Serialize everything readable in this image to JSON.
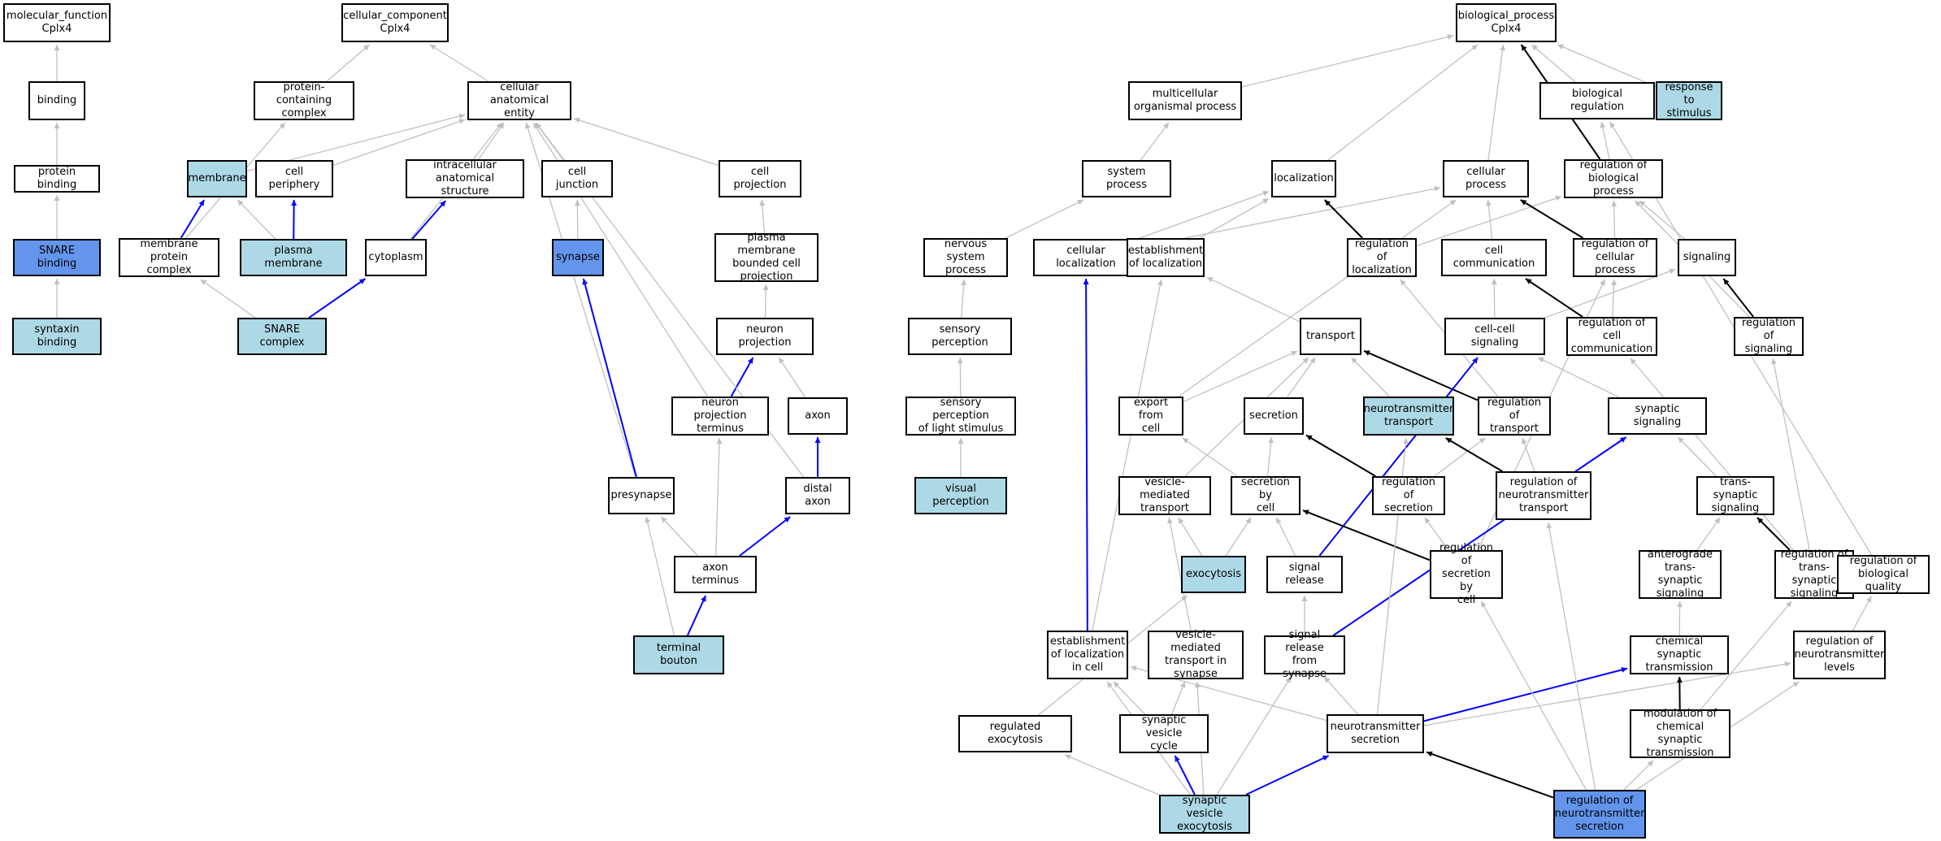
{
  "colors": {
    "plain": "#ffffff",
    "annotated": "#add8e6",
    "query": "#6495ed",
    "edge_gray": "#c0c0c0",
    "edge_blue": "#0000ff",
    "edge_black": "#000000",
    "border": "#000000"
  },
  "nodes": [
    {
      "id": "mf",
      "label": "molecular_function\nCplx4",
      "style": "plain"
    },
    {
      "id": "binding",
      "label": "binding",
      "style": "plain"
    },
    {
      "id": "protbind",
      "label": "protein binding",
      "style": "plain"
    },
    {
      "id": "snarebind",
      "label": "SNARE binding",
      "style": "query"
    },
    {
      "id": "syntaxin",
      "label": "syntaxin binding",
      "style": "annotated"
    },
    {
      "id": "cc",
      "label": "cellular_component\nCplx4",
      "style": "plain"
    },
    {
      "id": "protcomplex",
      "label": "protein-containing\ncomplex",
      "style": "plain"
    },
    {
      "id": "cae",
      "label": "cellular anatomical\nentity",
      "style": "plain"
    },
    {
      "id": "membrane",
      "label": "membrane",
      "style": "annotated"
    },
    {
      "id": "cellperiph",
      "label": "cell periphery",
      "style": "plain"
    },
    {
      "id": "intracell",
      "label": "intracellular\nanatomical structure",
      "style": "plain"
    },
    {
      "id": "celljunc",
      "label": "cell junction",
      "style": "plain"
    },
    {
      "id": "cellproj",
      "label": "cell projection",
      "style": "plain"
    },
    {
      "id": "memprot",
      "label": "membrane protein\ncomplex",
      "style": "plain"
    },
    {
      "id": "plasmamem",
      "label": "plasma membrane",
      "style": "annotated"
    },
    {
      "id": "cytoplasm",
      "label": "cytoplasm",
      "style": "plain"
    },
    {
      "id": "synapse",
      "label": "synapse",
      "style": "query"
    },
    {
      "id": "pmbcp",
      "label": "plasma membrane\nbounded cell\nprojection",
      "style": "plain"
    },
    {
      "id": "snarecomplex",
      "label": "SNARE complex",
      "style": "annotated"
    },
    {
      "id": "neuronproj",
      "label": "neuron projection",
      "style": "plain"
    },
    {
      "id": "npterm",
      "label": "neuron projection\nterminus",
      "style": "plain"
    },
    {
      "id": "axon",
      "label": "axon",
      "style": "plain"
    },
    {
      "id": "presynapse",
      "label": "presynapse",
      "style": "plain"
    },
    {
      "id": "distalaxon",
      "label": "distal axon",
      "style": "plain"
    },
    {
      "id": "axonterm",
      "label": "axon terminus",
      "style": "plain"
    },
    {
      "id": "termbouton",
      "label": "terminal bouton",
      "style": "annotated"
    },
    {
      "id": "bp",
      "label": "biological_process\nCplx4",
      "style": "plain"
    },
    {
      "id": "multicell",
      "label": "multicellular\norganismal process",
      "style": "plain"
    },
    {
      "id": "bioreg",
      "label": "biological regulation",
      "style": "plain"
    },
    {
      "id": "respstim",
      "label": "response to\nstimulus",
      "style": "annotated"
    },
    {
      "id": "sysproc",
      "label": "system process",
      "style": "plain"
    },
    {
      "id": "localization",
      "label": "localization",
      "style": "plain"
    },
    {
      "id": "cellproc",
      "label": "cellular process",
      "style": "plain"
    },
    {
      "id": "regbioproc",
      "label": "regulation of\nbiological process",
      "style": "plain"
    },
    {
      "id": "nervsys",
      "label": "nervous system\nprocess",
      "style": "plain"
    },
    {
      "id": "cellloc",
      "label": "cellular localization",
      "style": "plain"
    },
    {
      "id": "estloc",
      "label": "establishment\nof localization",
      "style": "plain"
    },
    {
      "id": "regloc",
      "label": "regulation of\nlocalization",
      "style": "plain"
    },
    {
      "id": "cellcomm",
      "label": "cell communication",
      "style": "plain"
    },
    {
      "id": "regcellproc",
      "label": "regulation of\ncellular process",
      "style": "plain"
    },
    {
      "id": "signaling",
      "label": "signaling",
      "style": "plain"
    },
    {
      "id": "sensperc",
      "label": "sensory perception",
      "style": "plain"
    },
    {
      "id": "transport",
      "label": "transport",
      "style": "plain"
    },
    {
      "id": "cellcellsig",
      "label": "cell-cell signaling",
      "style": "plain"
    },
    {
      "id": "regcellcomm",
      "label": "regulation of\ncell communication",
      "style": "plain"
    },
    {
      "id": "regsignaling",
      "label": "regulation of\nsignaling",
      "style": "plain"
    },
    {
      "id": "senspercl",
      "label": "sensory perception\nof light stimulus",
      "style": "plain"
    },
    {
      "id": "exportcell",
      "label": "export from\ncell",
      "style": "plain"
    },
    {
      "id": "secretion",
      "label": "secretion",
      "style": "plain"
    },
    {
      "id": "ntransport",
      "label": "neurotransmitter\ntransport",
      "style": "annotated"
    },
    {
      "id": "regtransport",
      "label": "regulation of\ntransport",
      "style": "plain"
    },
    {
      "id": "synsig",
      "label": "synaptic signaling",
      "style": "plain"
    },
    {
      "id": "visperc",
      "label": "visual perception",
      "style": "annotated"
    },
    {
      "id": "vesmedtrans",
      "label": "vesicle-mediated\ntransport",
      "style": "plain"
    },
    {
      "id": "secbycell",
      "label": "secretion by\ncell",
      "style": "plain"
    },
    {
      "id": "regsecretion",
      "label": "regulation of\nsecretion",
      "style": "plain"
    },
    {
      "id": "regnttrans",
      "label": "regulation of\nneurotransmitter\ntransport",
      "style": "plain"
    },
    {
      "id": "transsyn",
      "label": "trans-synaptic\nsignaling",
      "style": "plain"
    },
    {
      "id": "exocytosis",
      "label": "exocytosis",
      "style": "annotated"
    },
    {
      "id": "sigrelease",
      "label": "signal release",
      "style": "plain"
    },
    {
      "id": "regsecbycell",
      "label": "regulation of\nsecretion by\ncell",
      "style": "plain"
    },
    {
      "id": "antero",
      "label": "anterograde\ntrans-synaptic\nsignaling",
      "style": "plain"
    },
    {
      "id": "regtranssyn",
      "label": "regulation of\ntrans-synaptic\nsignaling",
      "style": "plain"
    },
    {
      "id": "regbioqual",
      "label": "regulation of\nbiological quality",
      "style": "plain"
    },
    {
      "id": "estlocincell",
      "label": "establishment\nof localization\nin cell",
      "style": "plain"
    },
    {
      "id": "vesmedsyn",
      "label": "vesicle-mediated\ntransport in\nsynapse",
      "style": "plain"
    },
    {
      "id": "sigrelsyn",
      "label": "signal release\nfrom synapse",
      "style": "plain"
    },
    {
      "id": "chemsyn",
      "label": "chemical synaptic\ntransmission",
      "style": "plain"
    },
    {
      "id": "regntlevels",
      "label": "regulation of\nneurotransmitter\nlevels",
      "style": "plain"
    },
    {
      "id": "regexo",
      "label": "regulated exocytosis",
      "style": "plain"
    },
    {
      "id": "synvescycle",
      "label": "synaptic vesicle\ncycle",
      "style": "plain"
    },
    {
      "id": "ntsecretion",
      "label": "neurotransmitter\nsecretion",
      "style": "plain"
    },
    {
      "id": "modchemsyn",
      "label": "modulation of\nchemical synaptic\ntransmission",
      "style": "plain"
    },
    {
      "id": "synvesexo",
      "label": "synaptic vesicle\nexocytosis",
      "style": "annotated"
    },
    {
      "id": "regntsec",
      "label": "regulation of\nneurotransmitter\nsecretion",
      "style": "query"
    }
  ],
  "edges": [
    {
      "from": "binding",
      "to": "mf",
      "kind": "is_a"
    },
    {
      "from": "protbind",
      "to": "binding",
      "kind": "is_a"
    },
    {
      "from": "snarebind",
      "to": "protbind",
      "kind": "is_a"
    },
    {
      "from": "syntaxin",
      "to": "snarebind",
      "kind": "is_a"
    },
    {
      "from": "protcomplex",
      "to": "cc",
      "kind": "is_a"
    },
    {
      "from": "cae",
      "to": "cc",
      "kind": "is_a"
    },
    {
      "from": "membrane",
      "to": "cae",
      "kind": "is_a"
    },
    {
      "from": "cellperiph",
      "to": "cae",
      "kind": "is_a"
    },
    {
      "from": "intracell",
      "to": "cae",
      "kind": "is_a"
    },
    {
      "from": "celljunc",
      "to": "cae",
      "kind": "is_a"
    },
    {
      "from": "cellproj",
      "to": "cae",
      "kind": "is_a"
    },
    {
      "from": "memprot",
      "to": "protcomplex",
      "kind": "is_a"
    },
    {
      "from": "memprot",
      "to": "membrane",
      "kind": "part_of"
    },
    {
      "from": "plasmamem",
      "to": "membrane",
      "kind": "is_a"
    },
    {
      "from": "plasmamem",
      "to": "cellperiph",
      "kind": "part_of"
    },
    {
      "from": "cytoplasm",
      "to": "cae",
      "kind": "is_a"
    },
    {
      "from": "cytoplasm",
      "to": "intracell",
      "kind": "part_of"
    },
    {
      "from": "synapse",
      "to": "celljunc",
      "kind": "is_a"
    },
    {
      "from": "pmbcp",
      "to": "cellproj",
      "kind": "is_a"
    },
    {
      "from": "snarecomplex",
      "to": "memprot",
      "kind": "is_a"
    },
    {
      "from": "snarecomplex",
      "to": "cytoplasm",
      "kind": "part_of"
    },
    {
      "from": "neuronproj",
      "to": "pmbcp",
      "kind": "is_a"
    },
    {
      "from": "npterm",
      "to": "cae",
      "kind": "is_a"
    },
    {
      "from": "npterm",
      "to": "neuronproj",
      "kind": "part_of"
    },
    {
      "from": "axon",
      "to": "neuronproj",
      "kind": "is_a"
    },
    {
      "from": "presynapse",
      "to": "cae",
      "kind": "is_a"
    },
    {
      "from": "presynapse",
      "to": "synapse",
      "kind": "part_of"
    },
    {
      "from": "distalaxon",
      "to": "cae",
      "kind": "is_a"
    },
    {
      "from": "distalaxon",
      "to": "axon",
      "kind": "part_of"
    },
    {
      "from": "axonterm",
      "to": "npterm",
      "kind": "is_a"
    },
    {
      "from": "axonterm",
      "to": "presynapse",
      "kind": "is_a"
    },
    {
      "from": "axonterm",
      "to": "distalaxon",
      "kind": "part_of"
    },
    {
      "from": "termbouton",
      "to": "presynapse",
      "kind": "is_a"
    },
    {
      "from": "termbouton",
      "to": "axonterm",
      "kind": "part_of"
    },
    {
      "from": "multicell",
      "to": "bp",
      "kind": "is_a"
    },
    {
      "from": "bioreg",
      "to": "bp",
      "kind": "is_a"
    },
    {
      "from": "respstim",
      "to": "bp",
      "kind": "is_a"
    },
    {
      "from": "sysproc",
      "to": "multicell",
      "kind": "is_a"
    },
    {
      "from": "localization",
      "to": "bp",
      "kind": "is_a"
    },
    {
      "from": "cellproc",
      "to": "bp",
      "kind": "is_a"
    },
    {
      "from": "regbioproc",
      "to": "bioreg",
      "kind": "is_a"
    },
    {
      "from": "regbioproc",
      "to": "bp",
      "kind": "regulates"
    },
    {
      "from": "nervsys",
      "to": "sysproc",
      "kind": "is_a"
    },
    {
      "from": "cellloc",
      "to": "localization",
      "kind": "is_a"
    },
    {
      "from": "cellloc",
      "to": "cellproc",
      "kind": "is_a"
    },
    {
      "from": "estloc",
      "to": "localization",
      "kind": "is_a"
    },
    {
      "from": "regloc",
      "to": "regbioproc",
      "kind": "is_a"
    },
    {
      "from": "regloc",
      "to": "localization",
      "kind": "regulates"
    },
    {
      "from": "cellcomm",
      "to": "cellproc",
      "kind": "is_a"
    },
    {
      "from": "regcellproc",
      "to": "regbioproc",
      "kind": "is_a"
    },
    {
      "from": "regcellproc",
      "to": "cellproc",
      "kind": "regulates"
    },
    {
      "from": "signaling",
      "to": "regbioproc",
      "kind": "is_a"
    },
    {
      "from": "sensperc",
      "to": "nervsys",
      "kind": "is_a"
    },
    {
      "from": "transport",
      "to": "estloc",
      "kind": "is_a"
    },
    {
      "from": "cellcellsig",
      "to": "cellcomm",
      "kind": "is_a"
    },
    {
      "from": "cellcellsig",
      "to": "signaling",
      "kind": "is_a"
    },
    {
      "from": "regcellcomm",
      "to": "regcellproc",
      "kind": "is_a"
    },
    {
      "from": "regcellcomm",
      "to": "cellcomm",
      "kind": "regulates"
    },
    {
      "from": "regsignaling",
      "to": "regbioproc",
      "kind": "is_a"
    },
    {
      "from": "regsignaling",
      "to": "signaling",
      "kind": "regulates"
    },
    {
      "from": "senspercl",
      "to": "sensperc",
      "kind": "is_a"
    },
    {
      "from": "exportcell",
      "to": "cellproc",
      "kind": "is_a"
    },
    {
      "from": "exportcell",
      "to": "transport",
      "kind": "is_a"
    },
    {
      "from": "secretion",
      "to": "transport",
      "kind": "is_a"
    },
    {
      "from": "ntransport",
      "to": "transport",
      "kind": "is_a"
    },
    {
      "from": "regtransport",
      "to": "regloc",
      "kind": "is_a"
    },
    {
      "from": "regtransport",
      "to": "transport",
      "kind": "regulates"
    },
    {
      "from": "synsig",
      "to": "cellcellsig",
      "kind": "is_a"
    },
    {
      "from": "visperc",
      "to": "senspercl",
      "kind": "is_a"
    },
    {
      "from": "vesmedtrans",
      "to": "transport",
      "kind": "is_a"
    },
    {
      "from": "secbycell",
      "to": "exportcell",
      "kind": "is_a"
    },
    {
      "from": "secbycell",
      "to": "secretion",
      "kind": "is_a"
    },
    {
      "from": "regsecretion",
      "to": "regtransport",
      "kind": "is_a"
    },
    {
      "from": "regsecretion",
      "to": "secretion",
      "kind": "regulates"
    },
    {
      "from": "regnttrans",
      "to": "regtransport",
      "kind": "is_a"
    },
    {
      "from": "regnttrans",
      "to": "ntransport",
      "kind": "regulates"
    },
    {
      "from": "transsyn",
      "to": "synsig",
      "kind": "is_a"
    },
    {
      "from": "exocytosis",
      "to": "vesmedtrans",
      "kind": "is_a"
    },
    {
      "from": "exocytosis",
      "to": "secbycell",
      "kind": "is_a"
    },
    {
      "from": "sigrelease",
      "to": "secbycell",
      "kind": "is_a"
    },
    {
      "from": "sigrelease",
      "to": "cellcellsig",
      "kind": "part_of"
    },
    {
      "from": "regsecbycell",
      "to": "regsecretion",
      "kind": "is_a"
    },
    {
      "from": "regsecbycell",
      "to": "regcellproc",
      "kind": "is_a"
    },
    {
      "from": "regsecbycell",
      "to": "secbycell",
      "kind": "regulates"
    },
    {
      "from": "antero",
      "to": "transsyn",
      "kind": "is_a"
    },
    {
      "from": "regtranssyn",
      "to": "regcellcomm",
      "kind": "is_a"
    },
    {
      "from": "regtranssyn",
      "to": "regsignaling",
      "kind": "is_a"
    },
    {
      "from": "regtranssyn",
      "to": "transsyn",
      "kind": "regulates"
    },
    {
      "from": "regbioqual",
      "to": "bioreg",
      "kind": "is_a"
    },
    {
      "from": "estlocincell",
      "to": "estloc",
      "kind": "is_a"
    },
    {
      "from": "estlocincell",
      "to": "cellloc",
      "kind": "part_of"
    },
    {
      "from": "vesmedsyn",
      "to": "vesmedtrans",
      "kind": "is_a"
    },
    {
      "from": "sigrelsyn",
      "to": "sigrelease",
      "kind": "is_a"
    },
    {
      "from": "sigrelsyn",
      "to": "synsig",
      "kind": "part_of"
    },
    {
      "from": "chemsyn",
      "to": "antero",
      "kind": "is_a"
    },
    {
      "from": "regntlevels",
      "to": "regbioqual",
      "kind": "is_a"
    },
    {
      "from": "regexo",
      "to": "exocytosis",
      "kind": "is_a"
    },
    {
      "from": "synvescycle",
      "to": "vesmedsyn",
      "kind": "is_a"
    },
    {
      "from": "synvescycle",
      "to": "estlocincell",
      "kind": "is_a"
    },
    {
      "from": "ntsecretion",
      "to": "sigrelsyn",
      "kind": "is_a"
    },
    {
      "from": "ntsecretion",
      "to": "ntransport",
      "kind": "is_a"
    },
    {
      "from": "ntsecretion",
      "to": "estlocincell",
      "kind": "is_a"
    },
    {
      "from": "ntsecretion",
      "to": "regntlevels",
      "kind": "is_a"
    },
    {
      "from": "ntsecretion",
      "to": "chemsyn",
      "kind": "part_of"
    },
    {
      "from": "modchemsyn",
      "to": "regtranssyn",
      "kind": "is_a"
    },
    {
      "from": "modchemsyn",
      "to": "chemsyn",
      "kind": "regulates"
    },
    {
      "from": "synvesexo",
      "to": "regexo",
      "kind": "is_a"
    },
    {
      "from": "synvesexo",
      "to": "vesmedsyn",
      "kind": "is_a"
    },
    {
      "from": "synvesexo",
      "to": "sigrelsyn",
      "kind": "is_a"
    },
    {
      "from": "synvesexo",
      "to": "estlocincell",
      "kind": "is_a"
    },
    {
      "from": "synvesexo",
      "to": "synvescycle",
      "kind": "part_of"
    },
    {
      "from": "synvesexo",
      "to": "ntsecretion",
      "kind": "part_of"
    },
    {
      "from": "regntsec",
      "to": "regsecbycell",
      "kind": "is_a"
    },
    {
      "from": "regntsec",
      "to": "regnttrans",
      "kind": "is_a"
    },
    {
      "from": "regntsec",
      "to": "modchemsyn",
      "kind": "is_a"
    },
    {
      "from": "regntsec",
      "to": "regntlevels",
      "kind": "is_a"
    },
    {
      "from": "regntsec",
      "to": "ntsecretion",
      "kind": "regulates"
    }
  ]
}
